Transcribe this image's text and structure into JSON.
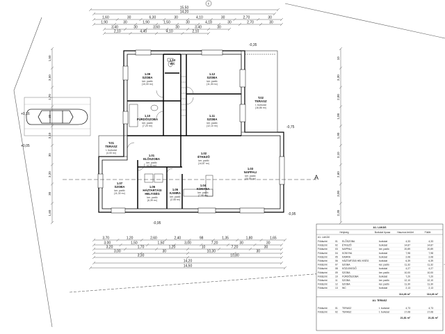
{
  "top_dims": {
    "overall_a": "15,50",
    "overall_b": "14,20",
    "row1": [
      "1,60",
      "30",
      "6,30",
      "30",
      "4,10",
      "30",
      "2,70",
      "30"
    ],
    "row2": [
      "1,90",
      "30",
      "1,90",
      "1,50",
      "30",
      "4,18",
      "30",
      "2,70",
      "30"
    ],
    "row3": [
      "3,40",
      "30",
      "3,60",
      "30",
      "3,40",
      "30"
    ],
    "row4": [
      "2,10",
      "4,40",
      "4,10",
      "2,10"
    ]
  },
  "bottom_dims": {
    "row1": [
      "3,70",
      "1,20",
      "2,60",
      "2,40",
      "98",
      "1,35",
      "1,80",
      "1,65"
    ],
    "row2": [
      "3,00",
      "1,50",
      "1,50",
      "3,00",
      "7,20",
      "30",
      "30"
    ],
    "row3": [
      "3,20",
      "1,70",
      "1,20",
      "10",
      "7,20",
      "30"
    ],
    "row4": [
      "3,00",
      "30",
      "10,30",
      "30"
    ],
    "row5": [
      "3,30",
      "10,80"
    ],
    "overall_a": "14,20",
    "overall_b": "14,50"
  },
  "left_dims": [
    "1,50",
    "3,50",
    "1,70",
    "30",
    "3,10",
    "30",
    "3,20",
    "30",
    "1,60"
  ],
  "right_dims": [
    "10",
    "3,30",
    "2,00",
    "1,00",
    "1,90",
    "3,10",
    "2,60",
    "3,00",
    "2,30"
  ],
  "levels": [
    "-0,35",
    "+0,16",
    "+0,05",
    "-0,75",
    "-0,95",
    "-0,95"
  ],
  "section_marker": "A",
  "north": "É",
  "rooms": [
    {
      "num": "1.09",
      "name": "SZOBA",
      "floor": "ker. padló",
      "area": "(10,00 m²)"
    },
    {
      "num": "1.12",
      "name": "SZOBA",
      "floor": "ker. padló",
      "area": "(11,30 m²)"
    },
    {
      "num": "1.13",
      "name": "WC",
      "floor": "",
      "area": ""
    },
    {
      "num": "1.10",
      "name": "FÜRDŐSZOBA",
      "floor": "ker. padló",
      "area": "(7,20 m²)"
    },
    {
      "num": "1.11",
      "name": "SZOBA",
      "floor": "ker. padló",
      "area": "(12,10 m²)"
    },
    {
      "num": "T.02",
      "name": "TERASZ",
      "floor": "t. burkolat",
      "area": "(16,86 m²)"
    },
    {
      "num": "T.01",
      "name": "TERASZ",
      "floor": "t. burkolat",
      "area": "(4,00 m²)"
    },
    {
      "num": "1.01",
      "name": "ELŐSZOBA",
      "floor": "ker. padló",
      "area": "(4,33 m²)"
    },
    {
      "num": "1.02",
      "name": "ÉTKEZŐ",
      "floor": "ker. padló",
      "area": "(14,87 m²)"
    },
    {
      "num": "1.03",
      "name": "NAPPALI",
      "floor": "ker. padló",
      "area": "(20,89 m²)"
    },
    {
      "num": "1.07",
      "name": "SZOBA",
      "floor": "ker. padló",
      "area": "(11,32 m²)"
    },
    {
      "num": "1.06",
      "name": "HÁZTARTÁSI HELYISÉG",
      "floor": "ker. padló",
      "area": "(6,39 m²)"
    },
    {
      "num": "1.05",
      "name": "KAMRA",
      "floor": "ker. padló",
      "area": "(2,08 m²)"
    },
    {
      "num": "1.04",
      "name": "KONYHA",
      "floor": "ker. padló",
      "area": "(7,98 m²)"
    }
  ],
  "table": {
    "section1_title": "A1. LAKÁS",
    "columns": [
      "Helyiség",
      "Burkolat típusa",
      "Hasznos terület",
      "Fűtött"
    ],
    "sub_label": "A1. LAKÁS",
    "rows": [
      [
        "Földszint",
        "01",
        "ELŐSZOBA",
        "burkolat",
        "4,33",
        "4,33"
      ],
      [
        "Földszint",
        "02",
        "ÉTKEZŐ",
        "burkolat",
        "14,87",
        "14,87"
      ],
      [
        "Földszint",
        "03",
        "NAPPALI",
        "ker. padló",
        "20,89",
        "20,89"
      ],
      [
        "Földszint",
        "04",
        "KONYHA",
        "burkolat",
        "7,98",
        "7,98"
      ],
      [
        "Földszint",
        "05",
        "KAMRA",
        "burkolat",
        "2,08",
        "2,08"
      ],
      [
        "Földszint",
        "06",
        "HÁZTARTÁSI HELYISÉG",
        "burkolat",
        "6,39",
        "6,39"
      ],
      [
        "Földszint",
        "07",
        "SZOBA",
        "ker. padló",
        "11,32",
        "11,32"
      ],
      [
        "Földszint",
        "08",
        "KÖZLEKEDŐ",
        "burkolat",
        "4,27",
        "4,27"
      ],
      [
        "Földszint",
        "09",
        "SZOBA",
        "ker. padló",
        "10,00",
        "10,00"
      ],
      [
        "Földszint",
        "10",
        "FÜRDŐSZOBA",
        "burkolat",
        "7,20",
        "7,20"
      ],
      [
        "Földszint",
        "11",
        "SZOBA",
        "ker. padló",
        "12,10",
        "12,10"
      ],
      [
        "Földszint",
        "12",
        "SZOBA",
        "ker. padló",
        "11,30",
        "11,30"
      ],
      [
        "Földszint",
        "13",
        "WC",
        "burkolat",
        "2,13",
        "2,13"
      ]
    ],
    "total1": "114,46 m²",
    "total1b": "114,46 m²",
    "section2_title": "A1. TERASZ",
    "rows2": [
      [
        "Földszint",
        "01",
        "TERASZ",
        "t. burkolat",
        "4,73",
        "4,73"
      ],
      [
        "Földszint",
        "02",
        "TERASZ",
        "t. burkolat",
        "17,08",
        "17,08"
      ]
    ],
    "total2": "21,81 m²",
    "total2b": "21,81 m²"
  }
}
